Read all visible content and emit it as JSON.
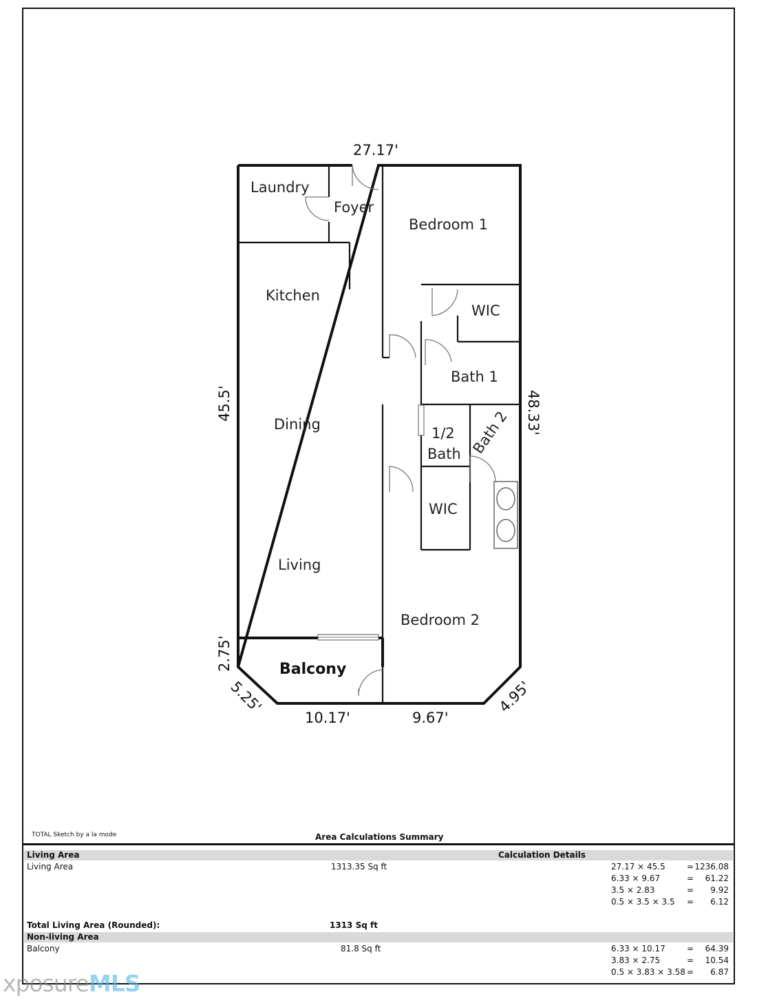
{
  "rooms": {
    "laundry": "Laundry",
    "foyer": "Foyer",
    "bedroom1": "Bedroom 1",
    "kitchen": "Kitchen",
    "wic1": "WIC",
    "bath1": "Bath 1",
    "dining": "Dining",
    "half_bath_line1": "1/2",
    "half_bath_line2": "Bath",
    "bath2": "Bath 2",
    "wic2": "WIC",
    "living": "Living",
    "bedroom2": "Bedroom 2",
    "balcony": "Balcony"
  },
  "dimensions": {
    "top": "27.17'",
    "left": "45.5'",
    "right": "48.33'",
    "left_short": "2.75'",
    "bottom_left_diag": "5.25'",
    "bottom_left": "10.17'",
    "bottom_right": "9.67'",
    "bottom_right_diag": "4.95'"
  },
  "credit": "TOTAL Sketch by a la mode",
  "summary": {
    "title": "Area Calculations Summary",
    "living_header": "Living Area",
    "calc_header": "Calculation Details",
    "living_label": "Living Area",
    "living_value": "1313.35 Sq ft",
    "living_calcs": [
      {
        "expr": "27.17 × 45.5",
        "eq": "=",
        "result": "1236.08"
      },
      {
        "expr": "6.33 × 9.67",
        "eq": "=",
        "result": "61.22"
      },
      {
        "expr": "3.5 × 2.83",
        "eq": "=",
        "result": "9.92"
      },
      {
        "expr": "0.5 × 3.5 × 3.5",
        "eq": "=",
        "result": "6.12"
      }
    ],
    "total_label": "Total Living Area (Rounded):",
    "total_value": "1313 Sq ft",
    "nonliving_header": "Non-living Area",
    "balcony_label": "Balcony",
    "balcony_value": "81.8 Sq ft",
    "balcony_calcs": [
      {
        "expr": "6.33 × 10.17",
        "eq": "=",
        "result": "64.39"
      },
      {
        "expr": "3.83 × 2.75",
        "eq": "=",
        "result": "10.54"
      },
      {
        "expr": "0.5 × 3.83 × 3.58",
        "eq": "=",
        "result": "6.87"
      }
    ]
  },
  "watermark": {
    "part1": "xposure",
    "part2": "MLS"
  }
}
